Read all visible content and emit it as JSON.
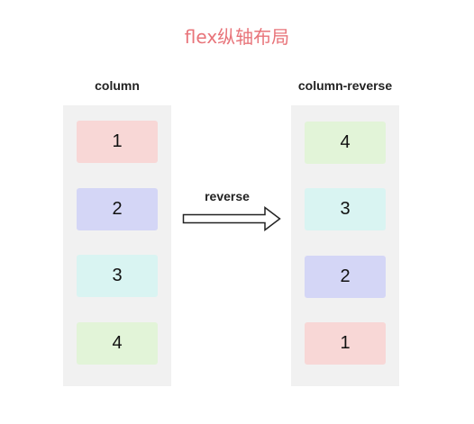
{
  "title": "flex纵轴布局",
  "left": {
    "label": "column",
    "items": [
      "1",
      "2",
      "3",
      "4"
    ]
  },
  "right": {
    "label": "column-reverse",
    "items": [
      "4",
      "3",
      "2",
      "1"
    ]
  },
  "arrow": {
    "label": "reverse"
  },
  "colors": {
    "title": "#e8747a",
    "item_1": "#f8d7d6",
    "item_2": "#d4d6f6",
    "item_3": "#d9f4f2",
    "item_4": "#e2f4d8",
    "container": "#f1f1f1"
  }
}
